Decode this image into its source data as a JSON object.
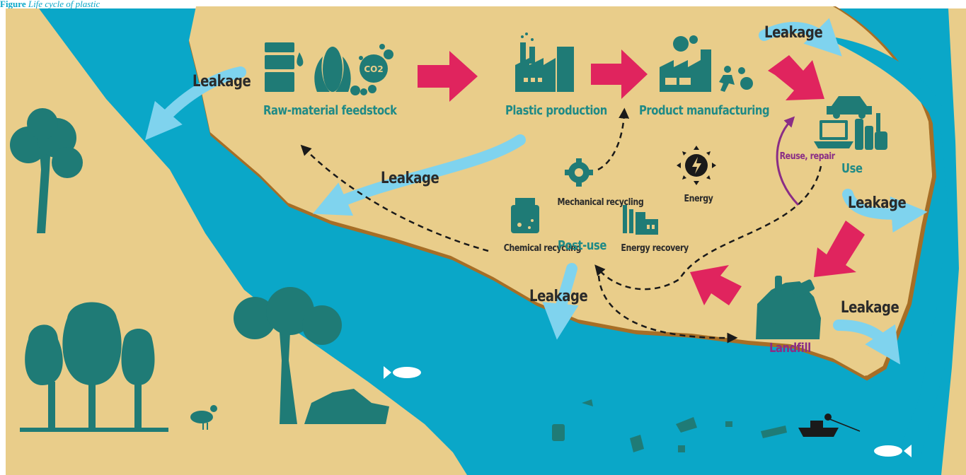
{
  "figure": {
    "title_label": "Figure",
    "title_rest": "Life cycle of plastic"
  },
  "stages": {
    "raw_material": "Raw-material feedstock",
    "plastic_production": "Plastic production",
    "product_manufacturing": "Product manufacturing",
    "use": "Use",
    "landfill": "Landfill",
    "post_use": "Post-use"
  },
  "processes": {
    "mechanical": "Mechanical recycling",
    "chemical": "Chemical recycling",
    "energy_recovery": "Energy recovery",
    "energy": "Energy",
    "reuse": "Reuse, repair"
  },
  "leakage": "Leakage",
  "icons": {
    "co2_text": "CO2",
    "co2": "co2-cloud-icon",
    "barrel": "oil-barrel-icon",
    "corn": "corn-icon",
    "factory": "factory-icon",
    "car": "car-icon",
    "laptop": "laptop-icon",
    "bottles": "bottles-icon",
    "recycle": "recycle-gear-icon",
    "energy": "energy-icon",
    "landfill": "waste-pile-icon",
    "fish": "fish-icon",
    "bird": "seagull-icon",
    "boat": "fishing-boat-icon"
  },
  "colors": {
    "land": "#e9cd8a",
    "water": "#0aa7c8",
    "teal": "#1f7b76",
    "flow_arrow": "#e0245e",
    "leak_arrow": "#7fd3ee",
    "purple": "#8a2d86",
    "shore": "#a66e26"
  }
}
